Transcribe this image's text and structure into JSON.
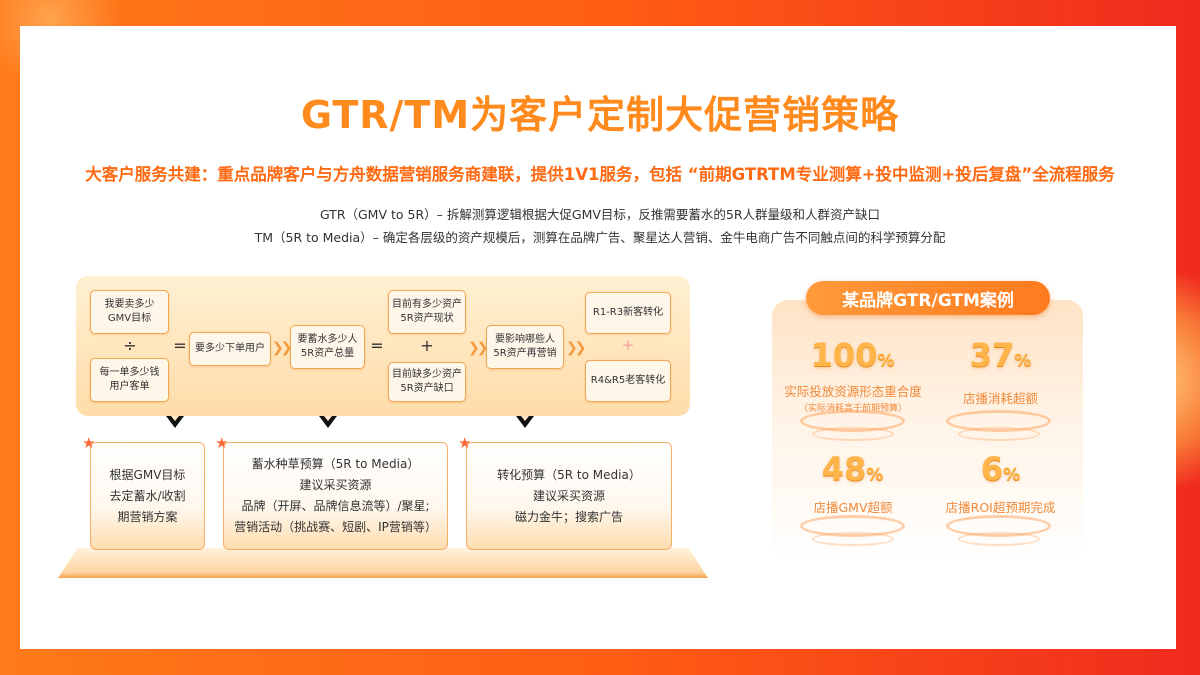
{
  "title": "GTR/TM为客户定制大促营销策略",
  "subtitle": "大客户服务共建：重点品牌客户与方舟数据营销服务商建联，提供1V1服务，包括 “前期GTRTM专业测算+投中监测+投后复盘”全流程服务",
  "desc_lines": [
    "GTR（GMV to 5R）– 拆解测算逻辑根据大促GMV目标，反推需要蓄水的5R人群量级和人群资产缺口",
    "TM（5R to Media）– 确定各层级的资产规模后，测算在品牌广告、聚星达人营销、金牛电商广告不同触点间的科学预算分配"
  ],
  "flow": {
    "gmv_target": "我要卖多少\nGMV目标",
    "divide": "÷",
    "per_order": "每一单多少钱\n用户客单",
    "equals": "=",
    "buyers": "要多少下单用户",
    "pool": "要蓄水多少人\n5R资产总量",
    "equals2": "=",
    "current": "目前有多少资产\n5R资产现状",
    "plus": "+",
    "gap": "目前缺多少资产\n5R资产缺口",
    "retarget": "要影响哪些人\n5R资产再营销",
    "new_conv": "R1-R3新客转化",
    "plus2": "+",
    "old_conv": "R4&R5老客转化",
    "chevron": "❯❯"
  },
  "cards": [
    "根据GMV目标\n去定蓄水/收割\n期营销方案",
    "蓄水种草预算（5R to Media）\n建议采买资源\n品牌（开屏、品牌信息流等）/聚星;\n营销活动（挑战赛、短剧、IP营销等）",
    "转化预算（5R to Media）\n建议采买资源\n磁力金牛；搜索广告"
  ],
  "case": {
    "title": "某品牌GTR/GTM案例",
    "stats": [
      {
        "num": "100",
        "pct": "%",
        "label": "实际投放资源形态重合度",
        "note": "（实际消耗高于前期预算）"
      },
      {
        "num": "37",
        "pct": "%",
        "label": "店播消耗超额",
        "note": ""
      },
      {
        "num": "48",
        "pct": "%",
        "label": "店播GMV超额",
        "note": ""
      },
      {
        "num": "6",
        "pct": "%",
        "label": "店播ROI超预期完成",
        "note": ""
      }
    ]
  },
  "colors": {
    "brand_orange": "#ff8a1e",
    "accent_orange": "#ff6a12",
    "border": "#f4a64e"
  },
  "icons": {
    "star": "star-icon",
    "arrow": "down-arrow-icon",
    "chevron": "double-chevron-icon"
  }
}
